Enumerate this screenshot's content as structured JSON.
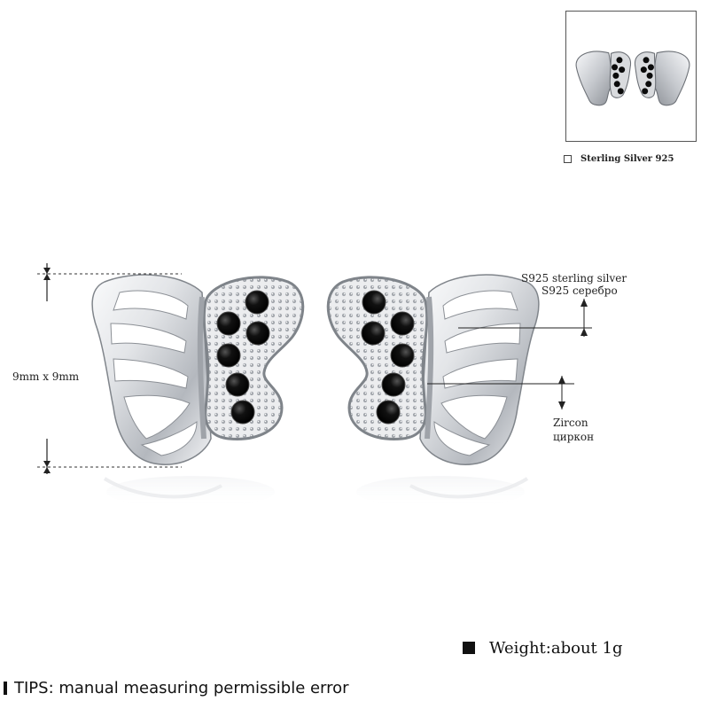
{
  "thumbnail": {
    "caption": "Sterling Silver 925"
  },
  "dimension": {
    "size_label": "9mm x 9mm"
  },
  "callouts": {
    "material_en": "S925 sterling silver",
    "material_ru": "S925 серебро",
    "stone_en": "Zircon",
    "stone_ru": "циркон"
  },
  "weight": {
    "text": "Weight:about 1g"
  },
  "tips": {
    "text": "TIPS: manual measuring permissible error"
  },
  "colors": {
    "silver_light": "#f4f5f7",
    "silver_mid": "#c9ccd1",
    "silver_dark": "#7d8187",
    "stone": "#0b0b0b"
  },
  "icons": {
    "thumbnail_checkbox": "empty-square-icon",
    "weight_marker": "filled-square-icon",
    "tips_marker": "vertical-bar-icon",
    "dimension_arrows": "double-arrow-icon",
    "product": "butterfly-earring-icon"
  }
}
